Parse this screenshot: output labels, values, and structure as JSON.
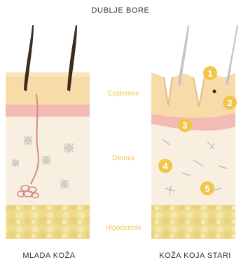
{
  "title": "DUBLJE BORE",
  "layers": {
    "epidermis": "Epidermis",
    "dermis": "Dermis",
    "hypodermis": "Hipodermis"
  },
  "captions": {
    "young": "MLADA KOŽA",
    "aged": "KOŽA KOJA STARI"
  },
  "markers": [
    "1",
    "2",
    "3",
    "4",
    "5"
  ],
  "colors": {
    "epidermis": "#f7dcaa",
    "pink_layer": "#f2bcb4",
    "dermis": "#f8efe1",
    "hypodermis": "#eedc8e",
    "hair_young": "#3a2a20",
    "hair_aged": "#c4c4c4",
    "marker": "#f3c64a",
    "label": "#f2c453"
  }
}
